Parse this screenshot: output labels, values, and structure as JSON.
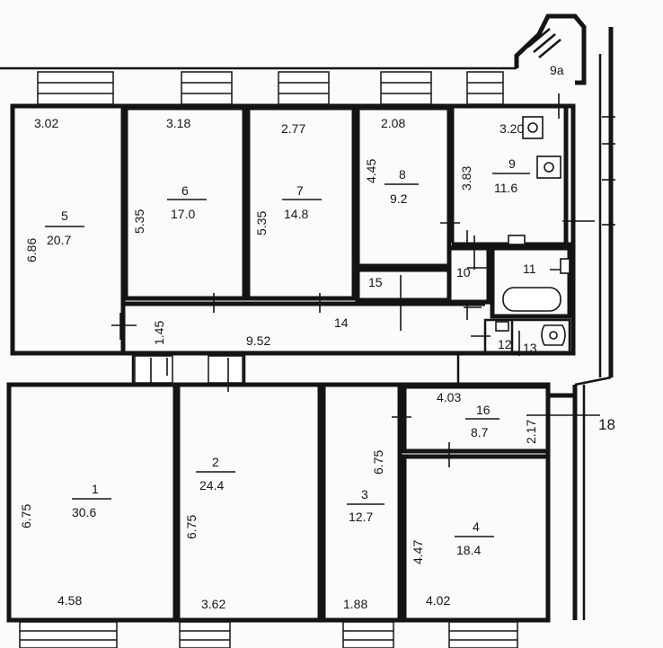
{
  "rooms": [
    {
      "number": "1",
      "area": "30.6"
    },
    {
      "number": "2",
      "area": "24.4"
    },
    {
      "number": "3",
      "area": "12.7"
    },
    {
      "number": "4",
      "area": "18.4"
    },
    {
      "number": "5",
      "area": "20.7"
    },
    {
      "number": "6",
      "area": "17.0"
    },
    {
      "number": "7",
      "area": "14.8"
    },
    {
      "number": "8",
      "area": "9.2"
    },
    {
      "number": "9",
      "area": "11.6"
    },
    {
      "number": "16",
      "area": "8.7"
    }
  ],
  "room_numbers_only": [
    "9a",
    "10",
    "11",
    "12",
    "13",
    "14",
    "15",
    "18"
  ],
  "dimensions": [
    "3.02",
    "3.18",
    "2.77",
    "2.08",
    "3.20",
    "6.86",
    "5.35",
    "5.35",
    "4.45",
    "3.83",
    "1.45",
    "9.52",
    "4.03",
    "2.17",
    "6.75",
    "6.75",
    "6.75",
    "4.47",
    "4.58",
    "3.62",
    "1.88",
    "4.02"
  ]
}
